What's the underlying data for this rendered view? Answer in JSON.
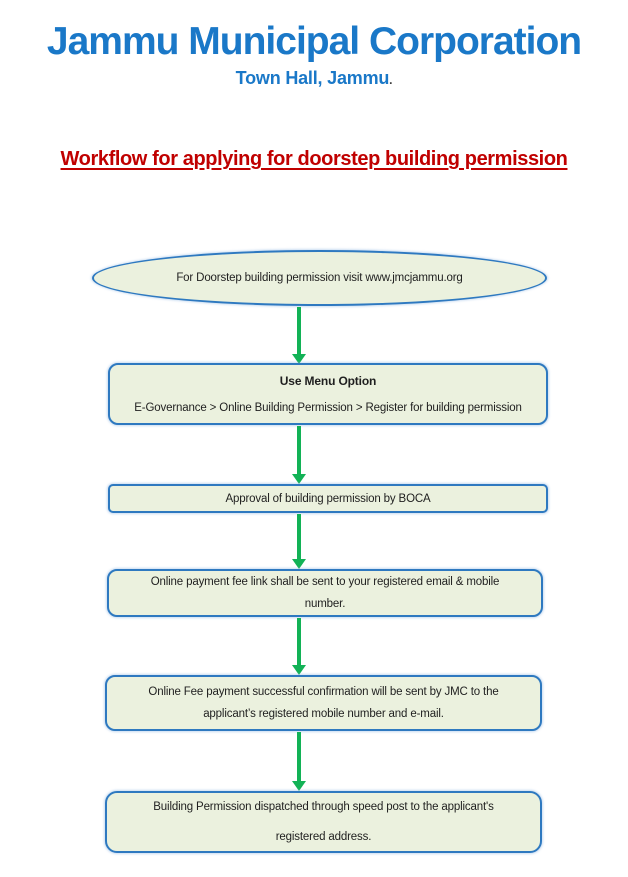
{
  "header": {
    "title": "Jammu Municipal Corporation",
    "subtitle": "Town Hall, Jammu",
    "subtitle_period": ".",
    "workflow_heading": "Workflow for applying for doorstep building permission"
  },
  "colors": {
    "title_blue": "#1a78c8",
    "heading_red": "#c00000",
    "shape_fill": "#ebf1de",
    "shape_border": "#2e79c0",
    "arrow_green": "#12b256",
    "text_dark": "#1f1f1f"
  },
  "flowchart": {
    "connector": "down-arrow",
    "steps": [
      {
        "shape": "ellipse",
        "text": "For Doorstep building permission visit www.jmcjammu.org"
      },
      {
        "shape": "rounded-rectangle",
        "title": "Use Menu Option",
        "text": "E-Governance > Online Building Permission >  Register for building permission"
      },
      {
        "shape": "rectangle",
        "text": "Approval of building permission by BOCA"
      },
      {
        "shape": "rounded-rectangle",
        "lines": [
          "Online payment fee link shall be sent to your registered email & mobile",
          "number."
        ]
      },
      {
        "shape": "rounded-rectangle",
        "lines": [
          "Online Fee payment successful confirmation will be sent by JMC to the",
          "applicant’s registered mobile number and e-mail."
        ]
      },
      {
        "shape": "rounded-rectangle",
        "lines": [
          "Building Permission dispatched through speed post to the applicant's",
          "registered address."
        ]
      }
    ]
  }
}
